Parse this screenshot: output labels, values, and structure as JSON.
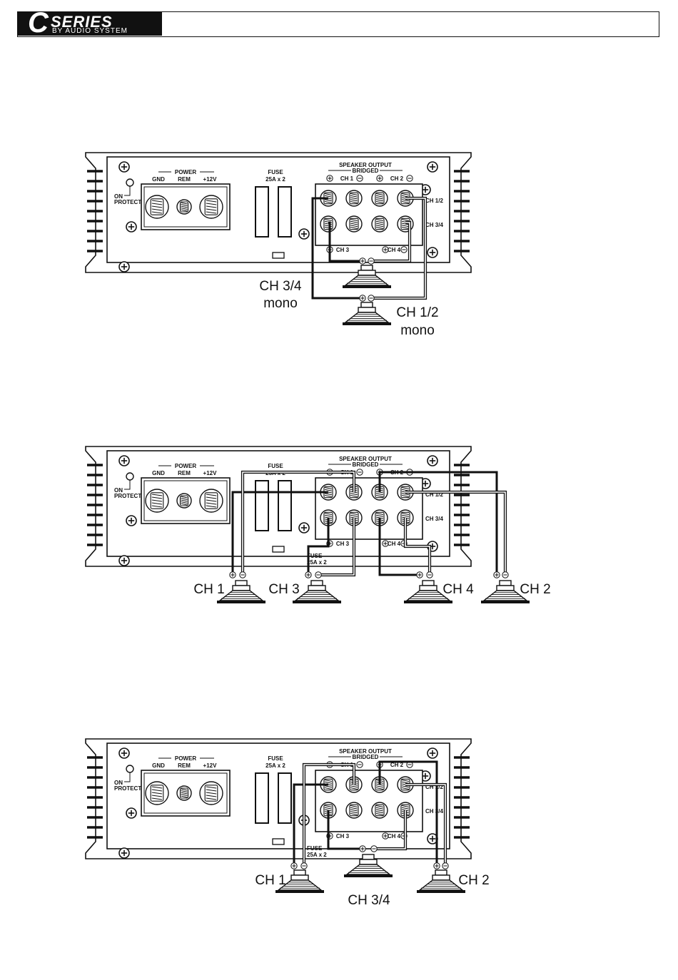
{
  "header": {
    "logo_c": "C",
    "logo_series": "SERIES",
    "logo_by": "BY AUDIO SYSTEM"
  },
  "amp": {
    "power": "POWER",
    "gnd": "GND",
    "rem": "REM",
    "plus12v": "+12V",
    "on": "ON",
    "protect": "PROTECT",
    "fuse": "FUSE",
    "fuse_rating": "25A x 2",
    "speaker_output": "SPEAKER OUTPUT",
    "bridged": "BRIDGED",
    "ch1": "CH 1",
    "ch2": "CH 2",
    "ch3": "CH 3",
    "ch4": "CH 4",
    "ch12": "CH 1/2",
    "ch34": "CH 3/4"
  },
  "diagram1": {
    "label_a": "CH 3/4",
    "label_a2": "mono",
    "label_b": "CH 1/2",
    "label_b2": "mono"
  },
  "diagram2": {
    "label_ch1": "CH 1",
    "label_ch3": "CH 3",
    "label_ch4": "CH 4",
    "label_ch2": "CH 2",
    "fuse": "FUSE",
    "fuse_rating": "25A x 2"
  },
  "diagram3": {
    "label_ch1": "CH 1",
    "label_ch34": "CH 3/4",
    "label_ch2": "CH 2",
    "fuse": "FUSE",
    "fuse_rating": "25A x 2"
  }
}
